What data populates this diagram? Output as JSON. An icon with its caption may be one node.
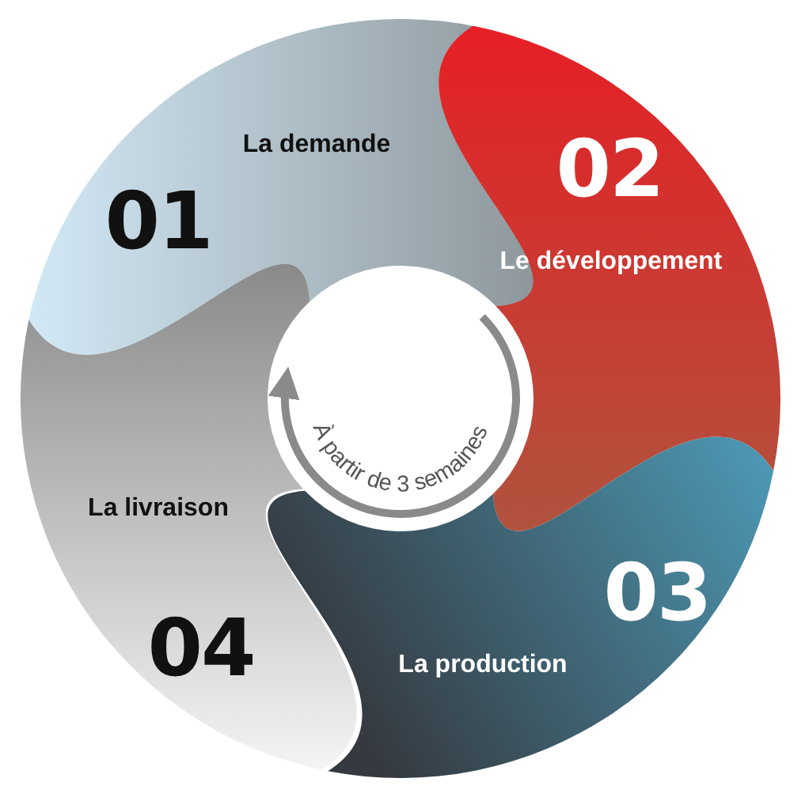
{
  "diagram": {
    "nodes": [
      {
        "text": [
          "01",
          "La demande"
        ]
      },
      {
        "text": [
          "02",
          "Le développement"
        ]
      },
      {
        "text": [
          "03",
          "La production"
        ]
      },
      {
        "text": [
          "La livraison",
          "04"
        ]
      }
    ],
    "labels": [
      "À partir de 3 semaines"
    ]
  }
}
